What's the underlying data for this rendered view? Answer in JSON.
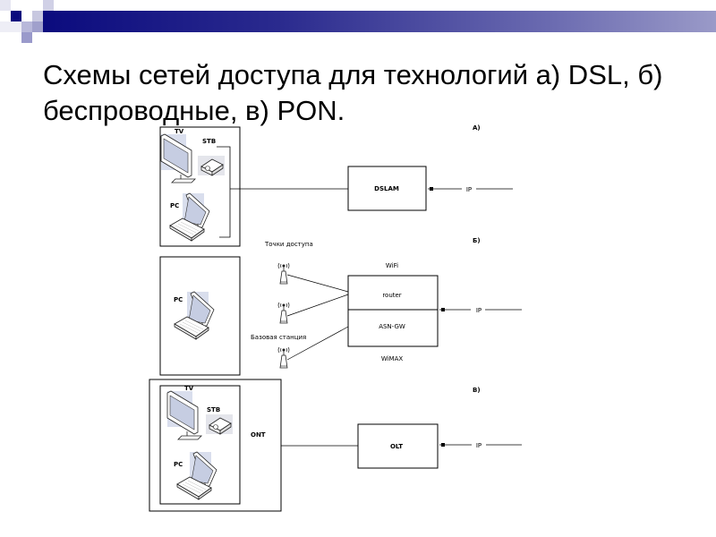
{
  "slide": {
    "title": "Схемы сетей доступа для технологий а) DSL, б) беспроводные, в) PON.",
    "accent_color": "#0b0b7e"
  },
  "diagram": {
    "section_a": {
      "label": "А)",
      "tv_label": "TV",
      "stb_label": "STB",
      "pc_label": "PC",
      "node_label": "DSLAM",
      "ip_label": "IP"
    },
    "section_b": {
      "label": "Б)",
      "pc_label": "PC",
      "access_points_label": "Точки доступа",
      "base_station_label": "Базовая станция",
      "wifi_label": "WiFi",
      "router_label": "router",
      "asn_label": "ASN-GW",
      "wimax_label": "WiMAX",
      "ip_label": "IP"
    },
    "section_c": {
      "label": "В)",
      "tv_label": "TV",
      "stb_label": "STB",
      "pc_label": "PC",
      "ont_label": "ONT",
      "node_label": "OLT",
      "ip_label": "IP"
    }
  }
}
